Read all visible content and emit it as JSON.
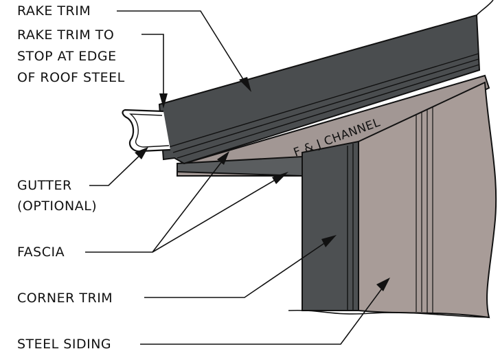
{
  "labels": {
    "rake_trim": "RAKE TRIM",
    "rake_trim_stop_line1": "RAKE TRIM TO",
    "rake_trim_stop_line2": "STOP AT EDGE",
    "rake_trim_stop_line3": "OF ROOF STEEL",
    "gutter_line1": "GUTTER",
    "gutter_line2": "(OPTIONAL)",
    "fascia": "FASCIA",
    "corner_trim": "CORNER TRIM",
    "steel_siding": "STEEL SIDING",
    "f_j_channel": "F & J CHANNEL"
  },
  "colors": {
    "rake_trim": "#4a4d4f",
    "corner_trim": "#4d5052",
    "soffit": "#a29794",
    "siding": "#a89c98",
    "line": "#111111"
  }
}
